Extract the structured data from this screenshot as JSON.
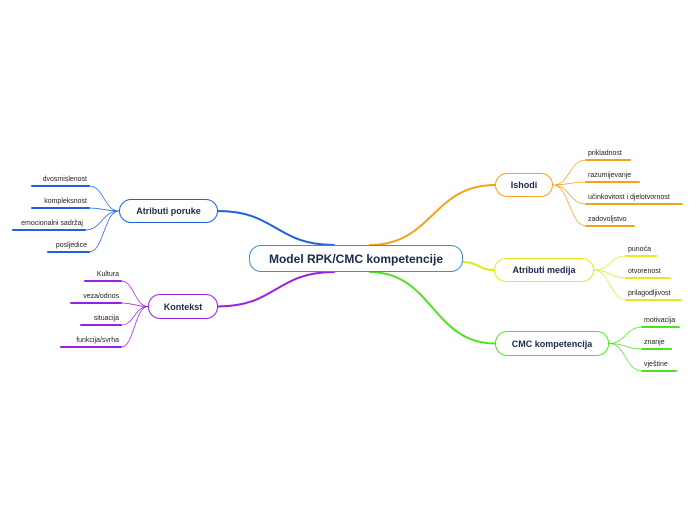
{
  "diagram": {
    "central": "Model RPK/CMC kompetencije",
    "branches": [
      {
        "key": "ishodi",
        "label": "Ishodi",
        "color": "#f5a11a",
        "children": [
          "prikladnost",
          "razumijevanje",
          "učinkovitost i djelotvornost",
          "zadovoljstvo"
        ]
      },
      {
        "key": "atributi_medija",
        "label": "Atributi medija",
        "color": "#e0ea1f",
        "children": [
          "punoća",
          "otvorenost",
          "prilagodljivost"
        ]
      },
      {
        "key": "cmc_kompetencija",
        "label": "CMC kompetencija",
        "color": "#4ee322",
        "children": [
          "motivacija",
          "znanje",
          "vještine"
        ]
      },
      {
        "key": "atributi_poruke",
        "label": "Atributi poruke",
        "color": "#1f5fe0",
        "children": [
          "dvosmislenost",
          "kompleksnost",
          "emocionalni sadržaj",
          "posljedice"
        ]
      },
      {
        "key": "kontekst",
        "label": "Kontekst",
        "color": "#9b1fe0",
        "children": [
          "Kultura",
          "veza/odnos",
          "situacija",
          "funkcija/svrha"
        ]
      }
    ]
  }
}
